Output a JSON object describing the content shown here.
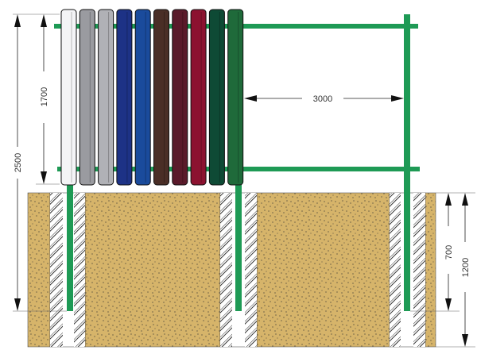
{
  "dimensions": {
    "total_height": "2500",
    "fence_height": "1700",
    "post_spacing": "3000",
    "post_depth": "700",
    "hole_depth": "1200"
  },
  "colors": {
    "post": "#1e9a55",
    "soil": "#d6b46a",
    "pickets": [
      "#f4f4f6",
      "#9a9ba0",
      "#b0b1b6",
      "#1d3286",
      "#1a4b9c",
      "#4a2e26",
      "#5a1a2a",
      "#8c1230",
      "#0e4a35",
      "#1f6a3a"
    ]
  }
}
